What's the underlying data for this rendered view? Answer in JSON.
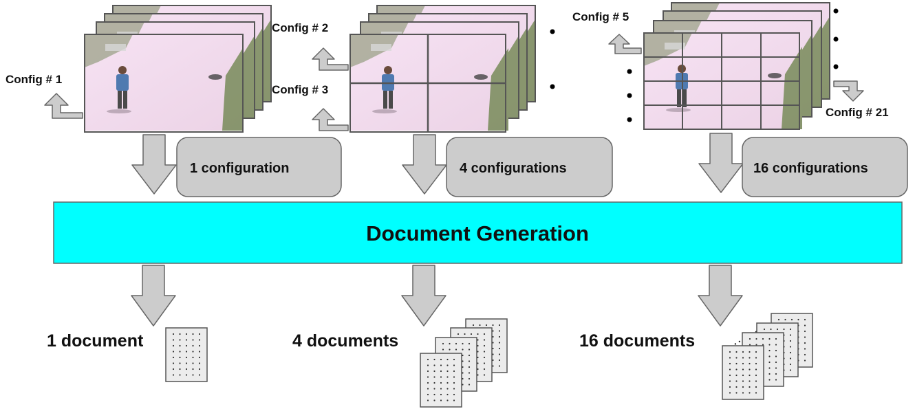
{
  "columns": [
    {
      "box_label": "1 configuration",
      "doc_label": "1 document"
    },
    {
      "box_label": "4 configurations",
      "doc_label": "4 documents"
    },
    {
      "box_label": "16 configurations",
      "doc_label": "16 documents"
    }
  ],
  "config_labels": [
    "Config # 1",
    "Config # 2",
    "Config # 3",
    "Config # 5",
    "Config # 21"
  ],
  "main_bar": {
    "label": "Document Generation"
  },
  "colors": {
    "main_bar": "#00ffff",
    "gray_fill": "#cccccc",
    "frame_tint": "#f3dbee",
    "outline": "#555555"
  }
}
